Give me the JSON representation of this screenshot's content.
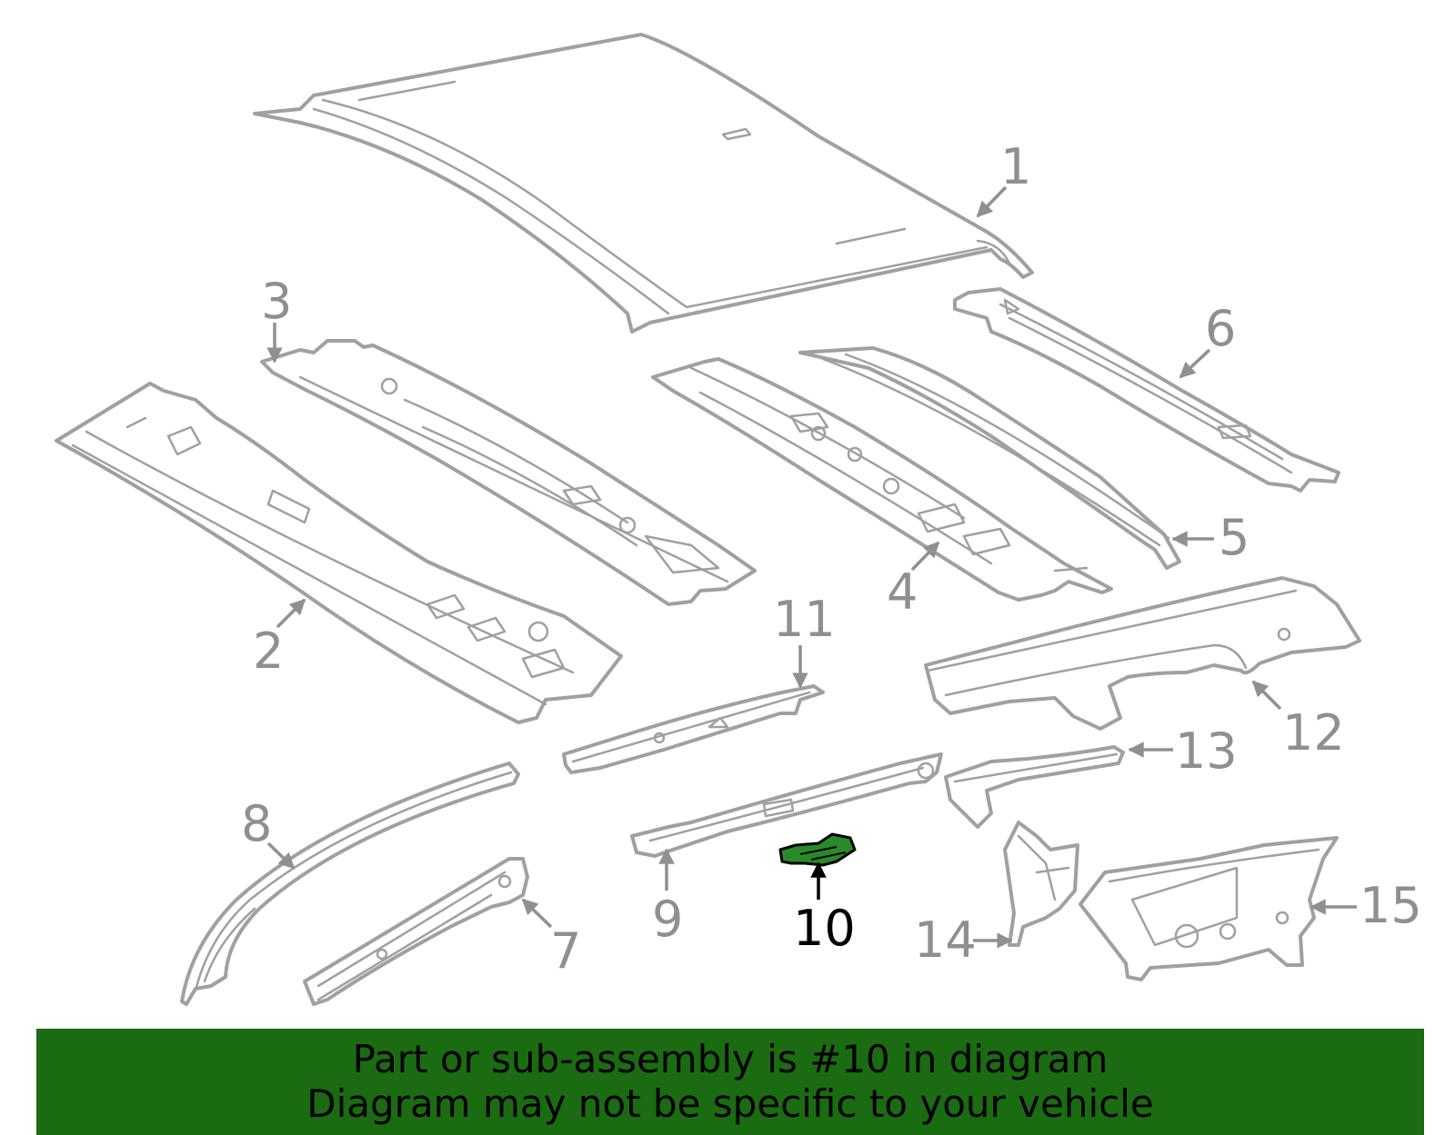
{
  "diagram": {
    "callouts": [
      {
        "id": "1",
        "label": "1"
      },
      {
        "id": "2",
        "label": "2"
      },
      {
        "id": "3",
        "label": "3"
      },
      {
        "id": "4",
        "label": "4"
      },
      {
        "id": "5",
        "label": "5"
      },
      {
        "id": "6",
        "label": "6"
      },
      {
        "id": "7",
        "label": "7"
      },
      {
        "id": "8",
        "label": "8"
      },
      {
        "id": "9",
        "label": "9"
      },
      {
        "id": "10",
        "label": "10"
      },
      {
        "id": "11",
        "label": "11"
      },
      {
        "id": "12",
        "label": "12"
      },
      {
        "id": "13",
        "label": "13"
      },
      {
        "id": "14",
        "label": "14"
      },
      {
        "id": "15",
        "label": "15"
      }
    ],
    "highlighted_part": "10",
    "colors": {
      "line_art": "#a0a0a0",
      "highlight_part": "#2a8a2a",
      "banner_background": "#1a6b12"
    }
  },
  "banner": {
    "line1": "Part or sub-assembly is #10 in diagram",
    "line2": "Diagram may not be specific to your vehicle"
  }
}
